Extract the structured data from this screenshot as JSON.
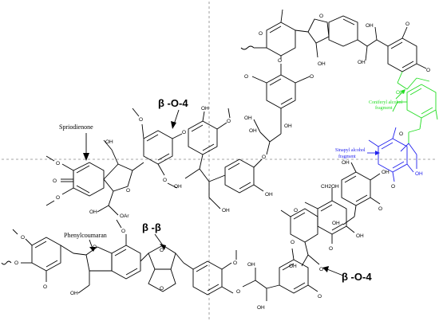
{
  "labels": {
    "spirodienone": "Spriodienone",
    "phenylcoumaran": "Phenylcoumaran",
    "beta_o4_top": "β -O-4",
    "beta_beta": "β -β",
    "beta_o4_bottom": "β -O-4",
    "coniferyl_line1": "Coniferyl alcohol",
    "coniferyl_line2": "fragment",
    "sinapyl_line1": "Sinapyl alcohol",
    "sinapyl_line2": "fragment"
  },
  "atoms": {
    "oh": "OH",
    "o": "O",
    "oar": "OAr",
    "ch2oh": "CH2OH"
  },
  "colors": {
    "coniferyl": "#22dd22",
    "sinapyl": "#2222ee",
    "bonds": "#000000",
    "guides": "#888888"
  }
}
